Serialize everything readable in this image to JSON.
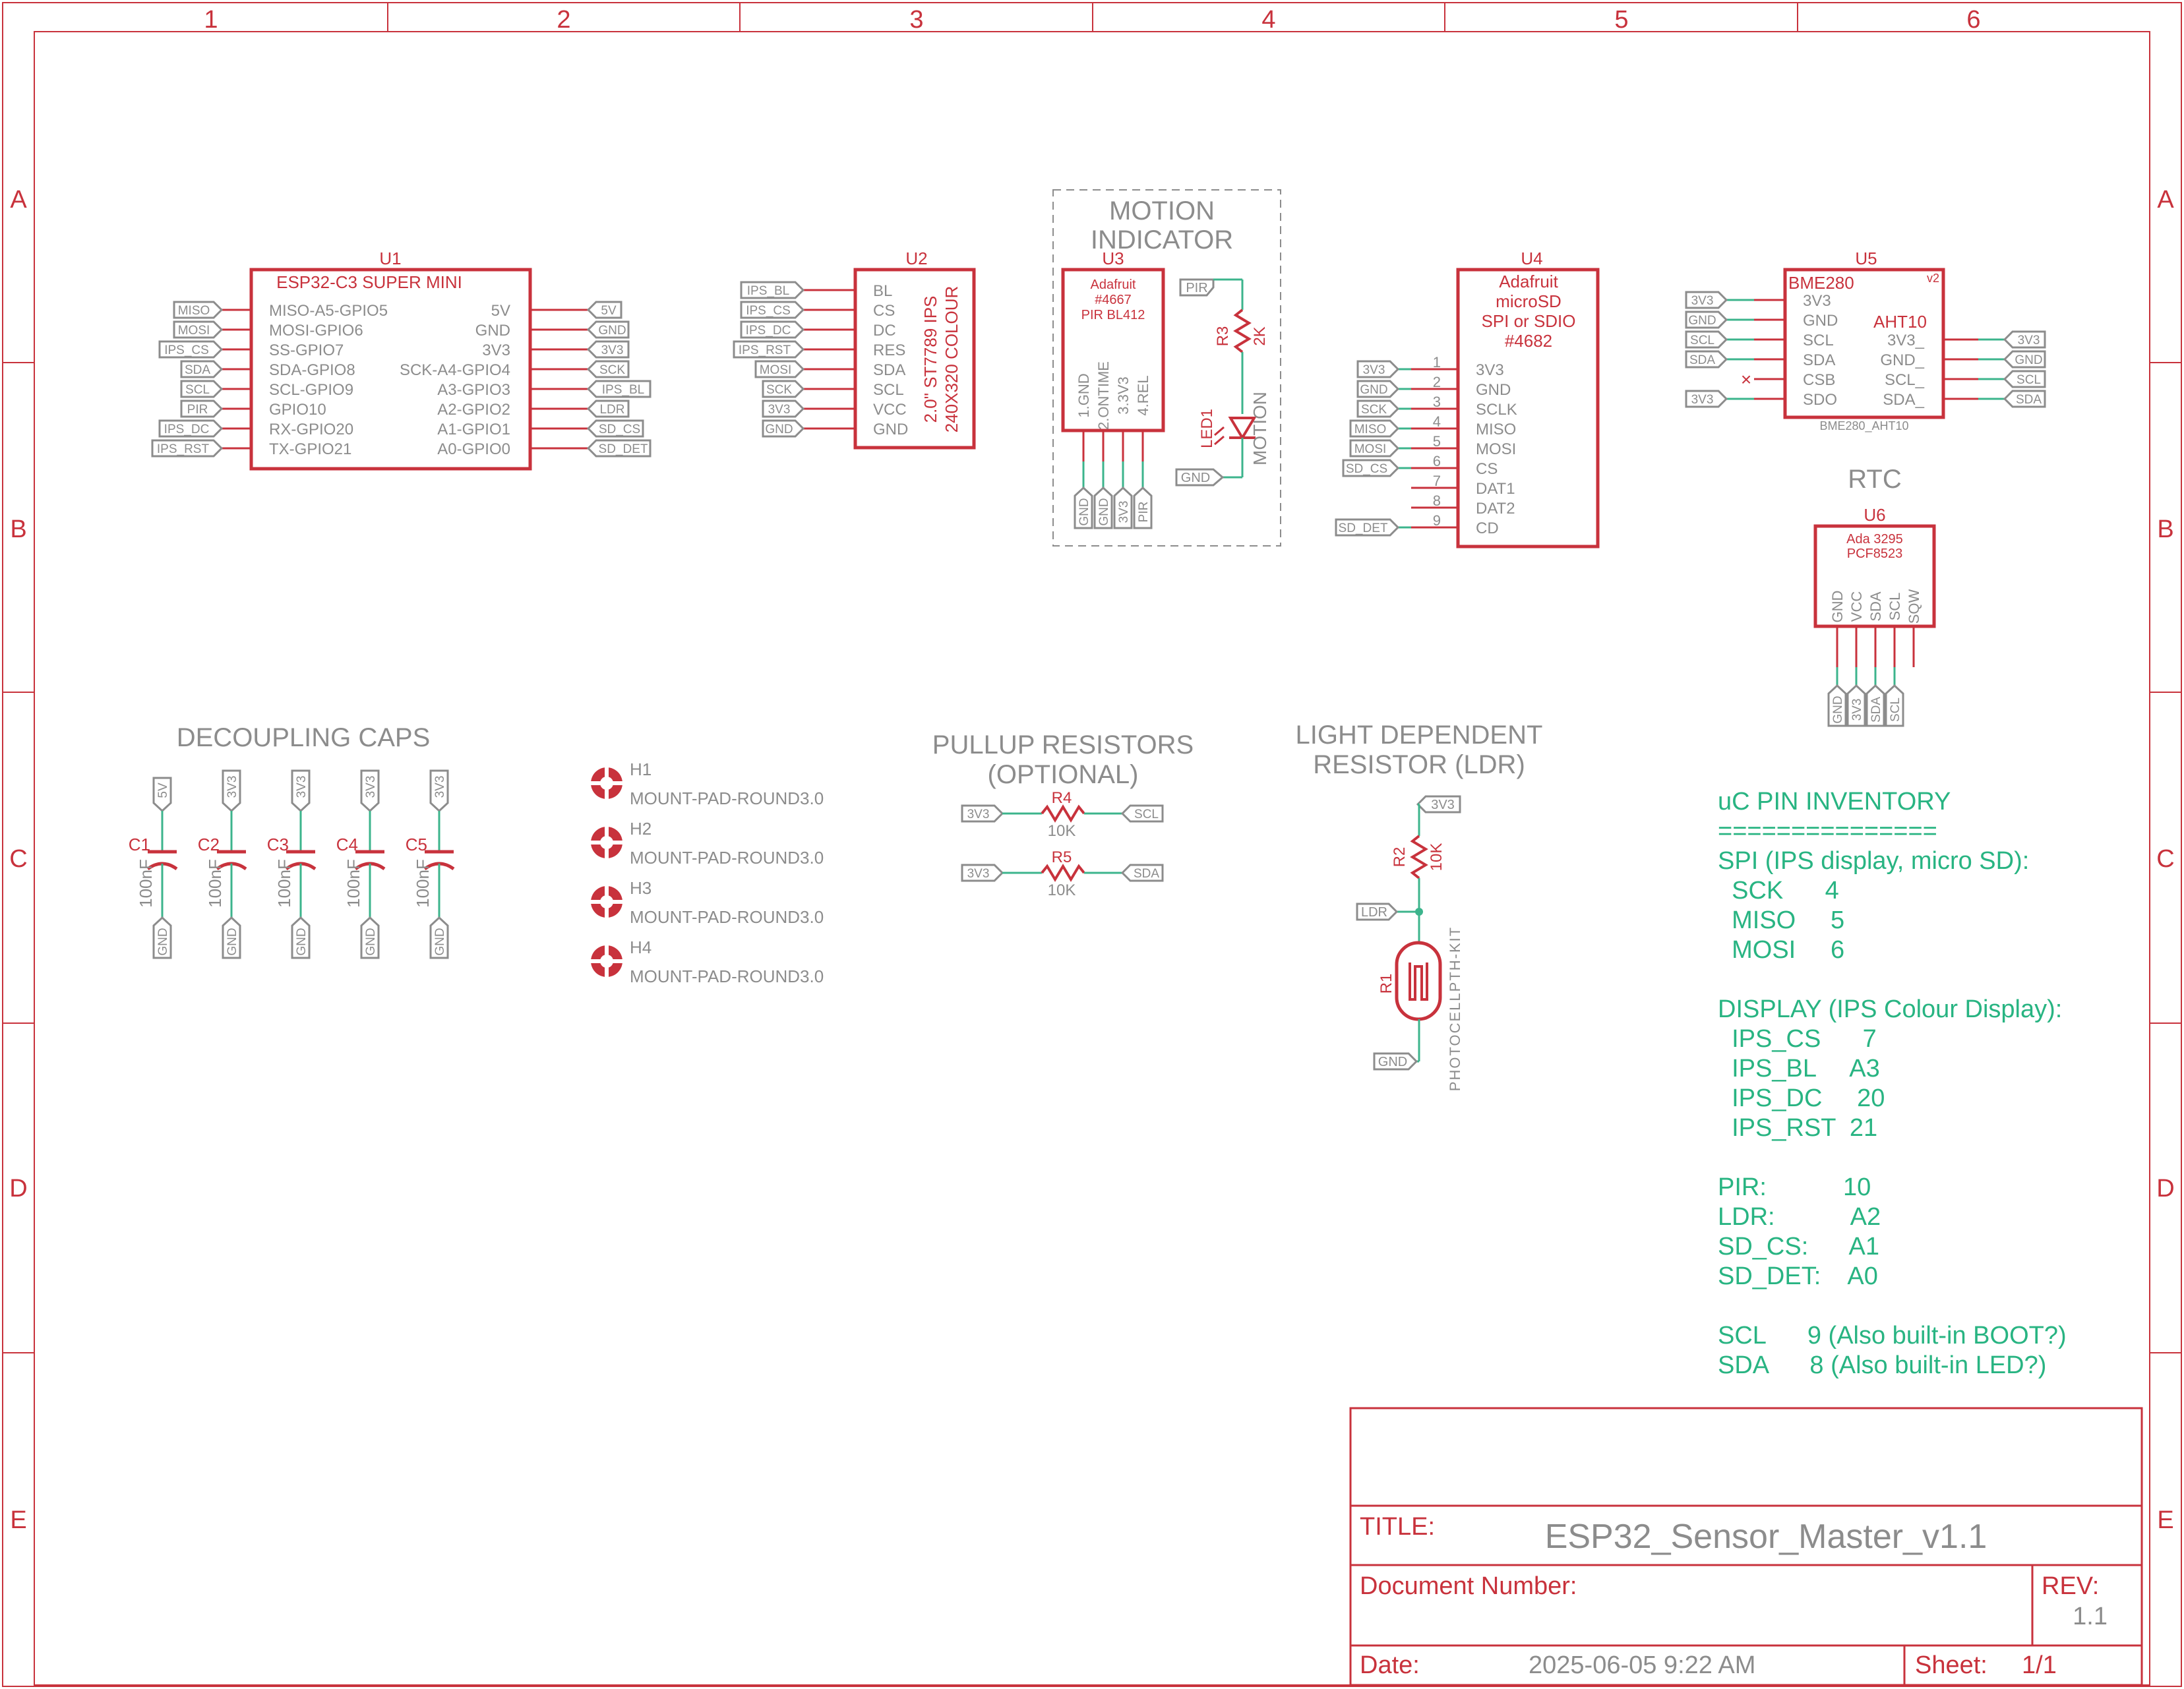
{
  "frame": {
    "columns": [
      "1",
      "2",
      "3",
      "4",
      "5",
      "6"
    ],
    "rows": [
      "A",
      "B",
      "C",
      "D",
      "E"
    ]
  },
  "u1": {
    "ref": "U1",
    "name": "ESP32-C3 SUPER MINI",
    "left_pins": [
      "MISO-A5-GPIO5",
      "MOSI-GPIO6",
      "SS-GPIO7",
      "SDA-GPIO8",
      "SCL-GPIO9",
      "GPIO10",
      "RX-GPIO20",
      "TX-GPIO21"
    ],
    "right_pins": [
      "5V",
      "GND",
      "3V3",
      "SCK-A4-GPIO4",
      "A3-GPIO3",
      "A2-GPIO2",
      "A1-GPIO1",
      "A0-GPIO0"
    ],
    "left_nets": [
      "MISO",
      "MOSI",
      "IPS_CS",
      "SDA",
      "SCL",
      "PIR",
      "IPS_DC",
      "IPS_RST"
    ],
    "right_nets": [
      "5V",
      "GND",
      "3V3",
      "SCK",
      "IPS_BL",
      "LDR",
      "SD_CS",
      "SD_DET"
    ]
  },
  "u2": {
    "ref": "U2",
    "title_line1": "2.0\" ST7789 IPS",
    "title_line2": "240X320 COLOUR",
    "pins": [
      "BL",
      "CS",
      "DC",
      "RES",
      "SDA",
      "SCL",
      "VCC",
      "GND"
    ],
    "nets": [
      "IPS_BL",
      "IPS_CS",
      "IPS_DC",
      "IPS_RST",
      "MOSI",
      "SCK",
      "3V3",
      "GND"
    ]
  },
  "motion": {
    "heading_1": "MOTION",
    "heading_2": "INDICATOR",
    "ref": "U3",
    "line1": "Adafruit",
    "line2": "#4667",
    "line3": "PIR BL412",
    "pins": [
      "1.GND",
      "2.ONTIME",
      "3.3V3",
      "4.REL"
    ],
    "nets": [
      "GND",
      "GND",
      "3V3",
      "PIR"
    ],
    "pir_net": "PIR",
    "r3_ref": "R3",
    "r3_val": "2K",
    "led_ref": "LED1",
    "led_label": "MOTION",
    "gnd_net": "GND"
  },
  "u4": {
    "ref": "U4",
    "line1": "Adafruit",
    "line2": "microSD",
    "line3": "SPI or SDIO",
    "line4": "#4682",
    "pin_numbers": [
      "1",
      "2",
      "3",
      "4",
      "5",
      "6",
      "7",
      "8",
      "9"
    ],
    "pins": [
      "3V3",
      "GND",
      "SCLK",
      "MISO",
      "MOSI",
      "CS",
      "DAT1",
      "DAT2",
      "CD"
    ],
    "nets": [
      "3V3",
      "GND",
      "SCK",
      "MISO",
      "MOSI",
      "SD_CS",
      "",
      "",
      "SD_DET"
    ]
  },
  "u5": {
    "ref": "U5",
    "version": "v2",
    "name_left": "BME280",
    "name_right": "AHT10",
    "left_pins": [
      "3V3",
      "GND",
      "SCL",
      "SDA",
      "CSB",
      "SDO"
    ],
    "right_pins": [
      "3V3_",
      "GND_",
      "SCL_",
      "SDA_"
    ],
    "left_nets": [
      "3V3",
      "GND",
      "SCL",
      "SDA",
      "",
      "3V3"
    ],
    "right_nets": [
      "3V3",
      "GND",
      "SCL",
      "SDA"
    ],
    "footer": "BME280_AHT10",
    "nc_mark": "×"
  },
  "rtc": {
    "heading": "RTC",
    "ref": "U6",
    "line1": "Ada 3295",
    "line2": "PCF8523",
    "pins": [
      "GND",
      "VCC",
      "SDA",
      "SCL",
      "SQW"
    ],
    "nets": [
      "GND",
      "3V3",
      "SDA",
      "SCL"
    ]
  },
  "decoupling": {
    "heading": "DECOUPLING CAPS",
    "caps": [
      {
        "ref": "C1",
        "value": "100nF",
        "top": "5V",
        "bottom": "GND"
      },
      {
        "ref": "C2",
        "value": "100nF",
        "top": "3V3",
        "bottom": "GND"
      },
      {
        "ref": "C3",
        "value": "100nF",
        "top": "3V3",
        "bottom": "GND"
      },
      {
        "ref": "C4",
        "value": "100nF",
        "top": "3V3",
        "bottom": "GND"
      },
      {
        "ref": "C5",
        "value": "100nF",
        "top": "3V3",
        "bottom": "GND"
      }
    ]
  },
  "mounts": [
    {
      "ref": "H1",
      "part": "MOUNT-PAD-ROUND3.0"
    },
    {
      "ref": "H2",
      "part": "MOUNT-PAD-ROUND3.0"
    },
    {
      "ref": "H3",
      "part": "MOUNT-PAD-ROUND3.0"
    },
    {
      "ref": "H4",
      "part": "MOUNT-PAD-ROUND3.0"
    }
  ],
  "pullups": {
    "heading_1": "PULLUP RESISTORS",
    "heading_2": "(OPTIONAL)",
    "resistors": [
      {
        "ref": "R4",
        "value": "10K",
        "left": "3V3",
        "right": "SCL"
      },
      {
        "ref": "R5",
        "value": "10K",
        "left": "3V3",
        "right": "SDA"
      }
    ]
  },
  "ldr": {
    "heading_1": "LIGHT DEPENDENT",
    "heading_2": "RESISTOR (LDR)",
    "top_net": "3V3",
    "r2_ref": "R2",
    "r2_val": "10K",
    "mid_net": "LDR",
    "r1_ref": "R1",
    "r1_part": "PHOTOCELLPTH-KIT",
    "bottom_net": "GND"
  },
  "inventory": {
    "lines": [
      "uC PIN INVENTORY",
      "===============",
      "SPI (IPS display, micro SD):",
      "  SCK      4",
      "  MISO     5",
      "  MOSI     6",
      "",
      "DISPLAY (IPS Colour Display):",
      "  IPS_CS      7",
      "  IPS_BL     A3",
      "  IPS_DC     20",
      "  IPS_RST  21",
      "",
      "PIR:           10",
      "LDR:           A2",
      "SD_CS:      A1",
      "SD_DET:    A0",
      "",
      "SCL      9 (Also built-in BOOT?)",
      "SDA      8 (Also built-in LED?)"
    ]
  },
  "title_block": {
    "title_label": "TITLE:",
    "title": "ESP32_Sensor_Master_v1.1",
    "docnum_label": "Document Number:",
    "rev_label": "REV:",
    "rev": "1.1",
    "date_label": "Date:",
    "date": "2025-06-05 9:22 AM",
    "sheet_label": "Sheet:",
    "sheet": "1/1"
  }
}
